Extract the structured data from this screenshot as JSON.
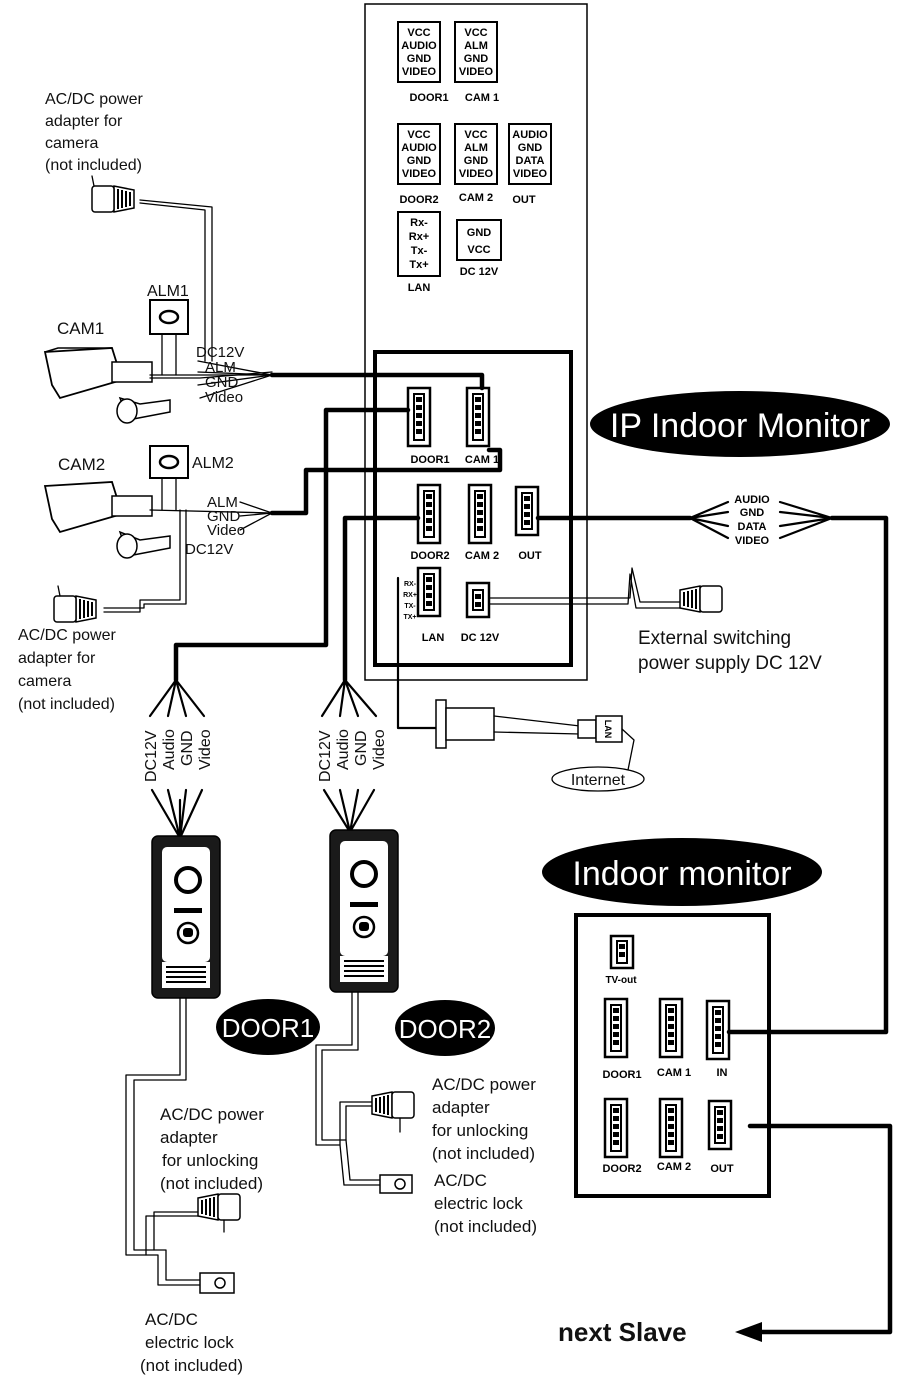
{
  "blocks": {
    "door1": [
      "VCC",
      "AUDIO",
      "GND",
      "VIDEO"
    ],
    "cam1": [
      "VCC",
      "ALM",
      "GND",
      "VIDEO"
    ],
    "door2": [
      "VCC",
      "AUDIO",
      "GND",
      "VIDEO"
    ],
    "cam2": [
      "VCC",
      "ALM",
      "GND",
      "VIDEO"
    ],
    "out": [
      "AUDIO",
      "GND",
      "DATA",
      "VIDEO"
    ],
    "lan": [
      "Rx-",
      "Rx+",
      "Tx-",
      "Tx+"
    ],
    "dc": [
      "GND",
      "VCC"
    ]
  },
  "block_labels": {
    "door1": "DOOR1",
    "cam1": "CAM 1",
    "door2": "DOOR2",
    "cam2": "CAM 2",
    "out": "OUT",
    "lan": "LAN",
    "dc": "DC 12V"
  },
  "ip_monitor": {
    "title": "IP Indoor Monitor",
    "labels": {
      "door1": "DOOR1",
      "cam1": "CAM 1",
      "door2": "DOOR2",
      "cam2": "CAM 2",
      "out": "OUT",
      "lan": "LAN",
      "dc": "DC 12V"
    },
    "lan_pins": [
      "RX-",
      "RX+",
      "TX-",
      "TX+"
    ]
  },
  "indoor_monitor": {
    "title": "Indoor monitor",
    "labels": {
      "tvout": "TV-out",
      "door1": "DOOR1",
      "cam1": "CAM 1",
      "in": "IN",
      "door2": "DOOR2",
      "cam2": "CAM 2",
      "out": "OUT"
    }
  },
  "camera_power_1": [
    "AC/DC power",
    "adapter for",
    "camera",
    "(not included)"
  ],
  "camera_power_2": [
    "AC/DC power",
    "adapter for",
    "camera",
    "(not included)"
  ],
  "cam1": {
    "name": "CAM1",
    "alarm": "ALM1",
    "wires": [
      "DC12V",
      "ALM",
      "GND",
      "Video"
    ]
  },
  "cam2": {
    "name": "CAM2",
    "alarm": "ALM2",
    "wires": [
      "ALM",
      "GND",
      "Video",
      "DC12V"
    ]
  },
  "door_wires": [
    "DC12V",
    "Audio",
    "GND",
    "Video"
  ],
  "door1_badge": "DOOR1",
  "door2_badge": "DOOR2",
  "out_wires": [
    "AUDIO",
    "GND",
    "DATA",
    "VIDEO"
  ],
  "external_psu": [
    "External switching",
    "power supply DC 12V"
  ],
  "lan_plug": "LAN",
  "internet": "Internet",
  "unlock_adapter_1": [
    "AC/DC power",
    "adapter",
    "for unlocking",
    "(not included)"
  ],
  "electric_lock_1": [
    "AC/DC",
    "electric lock",
    "(not included)"
  ],
  "unlock_adapter_2": [
    "AC/DC power",
    "adapter",
    "for unlocking",
    "(not included)"
  ],
  "electric_lock_2": [
    "AC/DC",
    "electric lock",
    "(not included)"
  ],
  "next_slave": "next  Slave"
}
